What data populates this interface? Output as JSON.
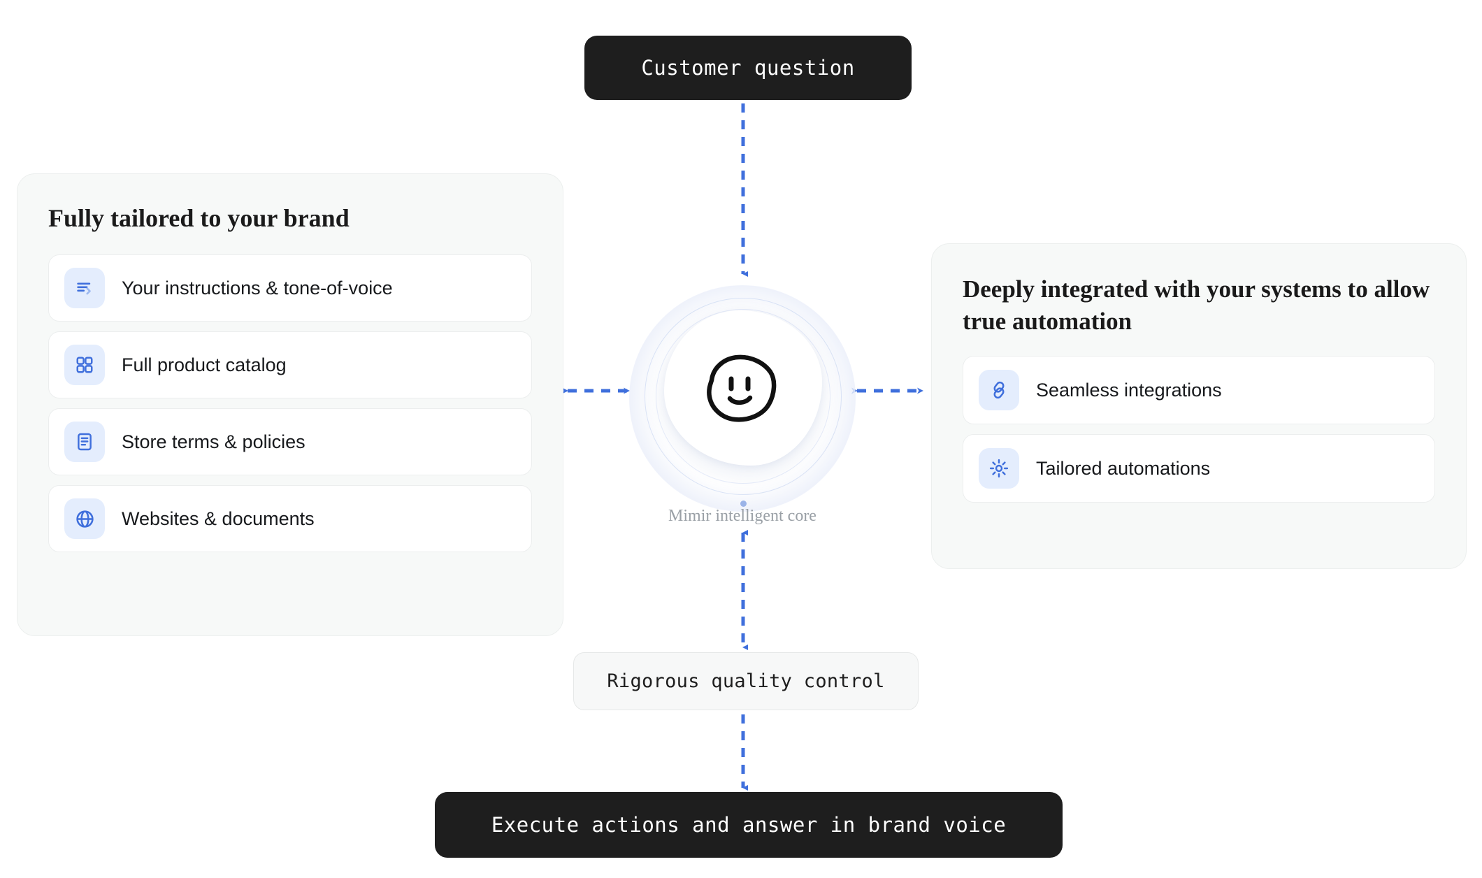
{
  "flow": {
    "input_box": {
      "label": "Customer question"
    },
    "quality_box": {
      "label": "Rigorous quality control"
    },
    "output_box": {
      "label": "Execute actions and answer in brand voice"
    },
    "core": {
      "caption": "Mimir intelligent core",
      "face_icon": "smiley-face-icon"
    }
  },
  "panel_left": {
    "title": "Fully tailored to your brand",
    "items": [
      {
        "label": "Your instructions & tone-of-voice",
        "icon": "text-lines-arrow-icon"
      },
      {
        "label": "Full product catalog",
        "icon": "grid-squares-icon"
      },
      {
        "label": "Store terms & policies",
        "icon": "document-icon"
      },
      {
        "label": "Websites & documents",
        "icon": "globe-icon"
      }
    ]
  },
  "panel_right": {
    "title": "Deeply integrated with your systems to allow true automation",
    "items": [
      {
        "label": "Seamless integrations",
        "icon": "link-chain-icon"
      },
      {
        "label": "Tailored automations",
        "icon": "sparkle-sun-icon"
      }
    ]
  },
  "colors": {
    "accent_blue": "#3f6fdc",
    "icon_tile_bg": "#e4edfd",
    "dark_box": "#1e1e1e",
    "panel_bg": "#f7f9f8",
    "caption_gray": "#9aa0a6"
  }
}
